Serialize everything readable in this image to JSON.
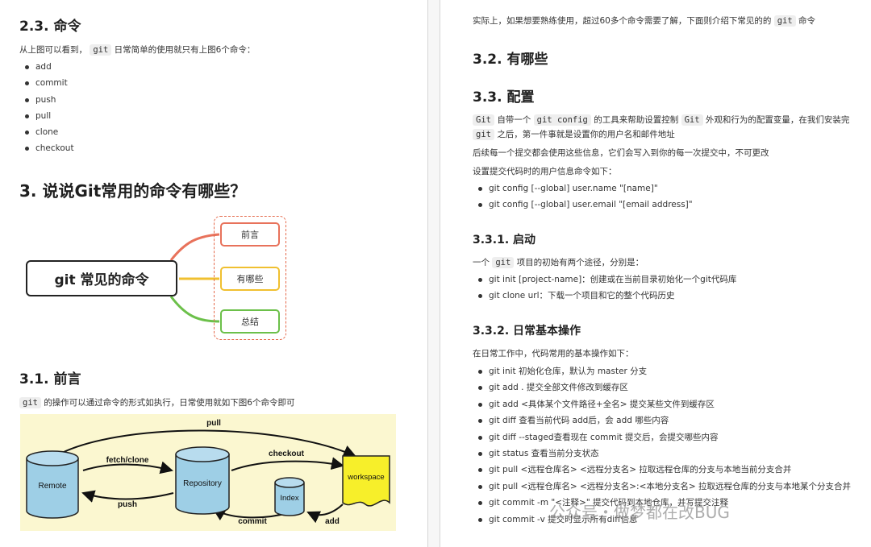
{
  "left": {
    "sec_2_3": "2.3. 命令",
    "intro_before": "从上图可以看到，",
    "intro_code": "git",
    "intro_after": "日常简单的使用就只有上图6个命令：",
    "commands": [
      "add",
      "commit",
      "push",
      "pull",
      "clone",
      "checkout"
    ],
    "sec_3": "3. 说说Git常用的命令有哪些？",
    "mindmap": {
      "root": "git 常见的命令",
      "nodes": [
        "前言",
        "有哪些",
        "总结"
      ],
      "colors": {
        "top": "#e8725b",
        "middle": "#f0c030",
        "bottom": "#6cc04a",
        "frame": "#e56a4c"
      }
    },
    "sec_3_1": "3.1. 前言",
    "preface_code": "git",
    "preface_text": "的操作可以通过命令的形式如执行，日常使用就如下图6个命令即可",
    "flow": {
      "nodes": {
        "remote": "Remote",
        "repository": "Repository",
        "index": "Index",
        "workspace": "workspace"
      },
      "arrows": {
        "pull": "pull",
        "fetch_clone": "fetch/clone",
        "checkout": "checkout",
        "push": "push",
        "commit": "commit",
        "add": "add"
      },
      "colors": {
        "background": "#fbf7d0",
        "cylinder": "#9ecfe6",
        "workspace": "#f7ef2a"
      }
    }
  },
  "right": {
    "top_line_text": "实际上，如果想要熟练使用，超过60多个命令需要了解，下面则介绍下常见的的",
    "top_line_code": "git",
    "top_line_end": "命令",
    "sec_3_2": "3.2. 有哪些",
    "sec_3_3": "3.3. 配置",
    "config_code1": "Git",
    "config_t1": "自带一个",
    "config_code2": "git config",
    "config_t2": "的工具来帮助设置控制",
    "config_code3": "Git",
    "config_t3": "外观和行为的配置变量，在我们安装完",
    "config_code4": "git",
    "config_t4": "之后，第一件事就是设置你的用户名和邮件地址",
    "config_p2": "后续每一个提交都会使用这些信息，它们会写入到你的每一次提交中，不可更改",
    "config_p3": "设置提交代码时的用户信息命令如下：",
    "config_items": [
      "git config [--global] user.name \"[name]\"",
      "git config [--global] user.email \"[email address]\""
    ],
    "sec_3_3_1": "3.3.1. 启动",
    "start_t1": "一个",
    "start_code": "git",
    "start_t2": "项目的初始有两个途径，分别是：",
    "start_items": [
      "git init [project-name]：创建或在当前目录初始化一个git代码库",
      "git clone url：下载一个项目和它的整个代码历史"
    ],
    "sec_3_3_2": "3.3.2. 日常基本操作",
    "daily_p": "在日常工作中，代码常用的基本操作如下：",
    "daily_items": [
      "git init 初始化仓库，默认为 master 分支",
      "git add . 提交全部文件修改到缓存区",
      "git add <具体某个文件路径+全名> 提交某些文件到缓存区",
      "git diff  查看当前代码 add后，会 add 哪些内容",
      "git diff --staged查看现在 commit 提交后，会提交哪些内容",
      "git status 查看当前分支状态",
      "git pull <远程仓库名> <远程分支名> 拉取远程仓库的分支与本地当前分支合并",
      "git pull <远程仓库名> <远程分支名>:<本地分支名> 拉取远程仓库的分支与本地某个分支合并",
      "git commit -m \"<注释>\" 提交代码到本地仓库，并写提交注释",
      "git commit -v 提交时显示所有diff信息"
    ],
    "watermark": "公众号・做梦都在改BUG"
  }
}
